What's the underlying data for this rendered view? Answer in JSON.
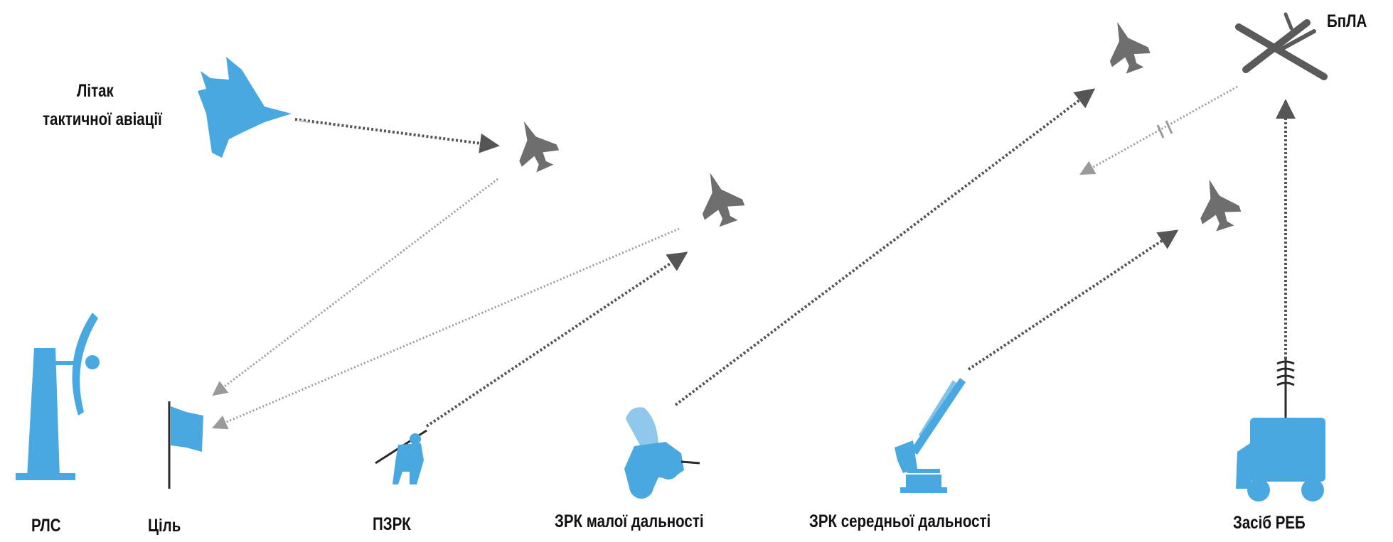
{
  "colors": {
    "blue": "#4aa8e0",
    "gray": "#6e6e6e",
    "dotted": "#555555",
    "text": "#111111"
  },
  "labels": {
    "aircraft_line1": "Літак",
    "aircraft_line2": "тактичної авіації",
    "uav": "БпЛА",
    "radar": "РЛС",
    "target": "Ціль",
    "manpads": "ПЗРК",
    "sam_short": "ЗРК малої дальності",
    "sam_medium": "ЗРК середньої дальності",
    "ew": "Засіб РЕБ"
  },
  "icons": {
    "tactical_aircraft": "fighter-jet-icon",
    "enemy_aircraft": "aircraft-icon",
    "uav": "uav-icon",
    "radar": "radar-antenna-icon",
    "target": "flag-icon",
    "manpads": "soldier-with-launcher-icon",
    "sam_short": "short-range-sam-vehicle-icon",
    "sam_medium": "medium-range-sam-launcher-icon",
    "ew": "ew-truck-icon"
  }
}
